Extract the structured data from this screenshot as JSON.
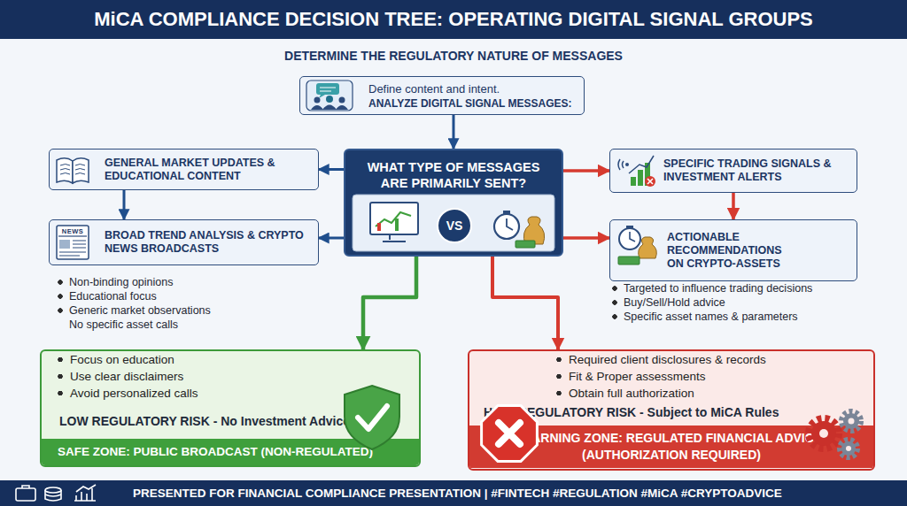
{
  "diagram": {
    "title": "MiCA COMPLIANCE DECISION TREE: OPERATING DIGITAL SIGNAL GROUPS",
    "caption": "PRESENTED FOR FINANCIAL COMPLIANCE PRESENTATION | #FINTECH #REGULATION #MiCA #CRYPTOADVICE",
    "nodes": [
      {
        "text": [
          "ANALYZE DIGITAL SIGNAL MESSAGES:",
          "Define content and intent."
        ]
      },
      {
        "text": [
          "GENERAL MARKET UPDATES & EDUCATIONAL CONTENT"
        ]
      },
      {
        "text": [
          "WHAT TYPE OF MESSAGES ARE PRIMARILY SENT?",
          "VS"
        ]
      },
      {
        "text": [
          "SPECIFIC TRADING SIGNALS & INVESTMENT ALERTS"
        ]
      },
      {
        "text": [
          "BROAD TREND ANALYSIS & CRYPTO NEWS BROADCASTS"
        ]
      },
      {
        "text": [
          "ACTIONABLE RECOMMENDATIONS ON CRYPTO-ASSETS"
        ]
      },
      {
        "text": [
          "SAFE ZONE: PUBLIC BROADCAST (NON-REGULATED)",
          "LOW REGULATORY RISK - No Investment Advice",
          "Avoid personalized calls",
          "Use clear disclaimers",
          "Focus on education"
        ]
      },
      {
        "text": [
          "WARNING ZONE: REGULATED FINANCIAL ADVICE (AUTHORIZATION REQUIRED)",
          "HIGH REGULATORY RISK - Subject to MiCA Rules",
          "Obtain full authorization",
          "Fit & Proper assessments",
          "Required client disclosures & records"
        ]
      }
    ],
    "edges": [
      {
        "from": 0,
        "to": 2,
        "arrow": "to"
      },
      {
        "from": 2,
        "to": 1,
        "arrow": "to"
      },
      {
        "from": 2,
        "to": 3,
        "arrow": "to"
      },
      {
        "from": 1,
        "to": 4,
        "arrow": "to"
      },
      {
        "from": 2,
        "to": 4,
        "arrow": "to"
      },
      {
        "from": 3,
        "to": 5,
        "arrow": "to"
      },
      {
        "from": 2,
        "to": 5,
        "arrow": "to"
      },
      {
        "from": 2,
        "to": 6,
        "arrow": "to"
      },
      {
        "from": 2,
        "to": 7,
        "arrow": "to"
      }
    ],
    "labels": [
      "DETERMINE THE REGULATORY NATURE OF MESSAGES",
      "NEWS",
      "Non-binding opinions",
      "Educational focus",
      "Generic market observations",
      "No specific asset calls",
      "Targeted to influence trading decisions",
      "Buy/Sell/Hold advice",
      "Specific asset names & parameters"
    ]
  }
}
